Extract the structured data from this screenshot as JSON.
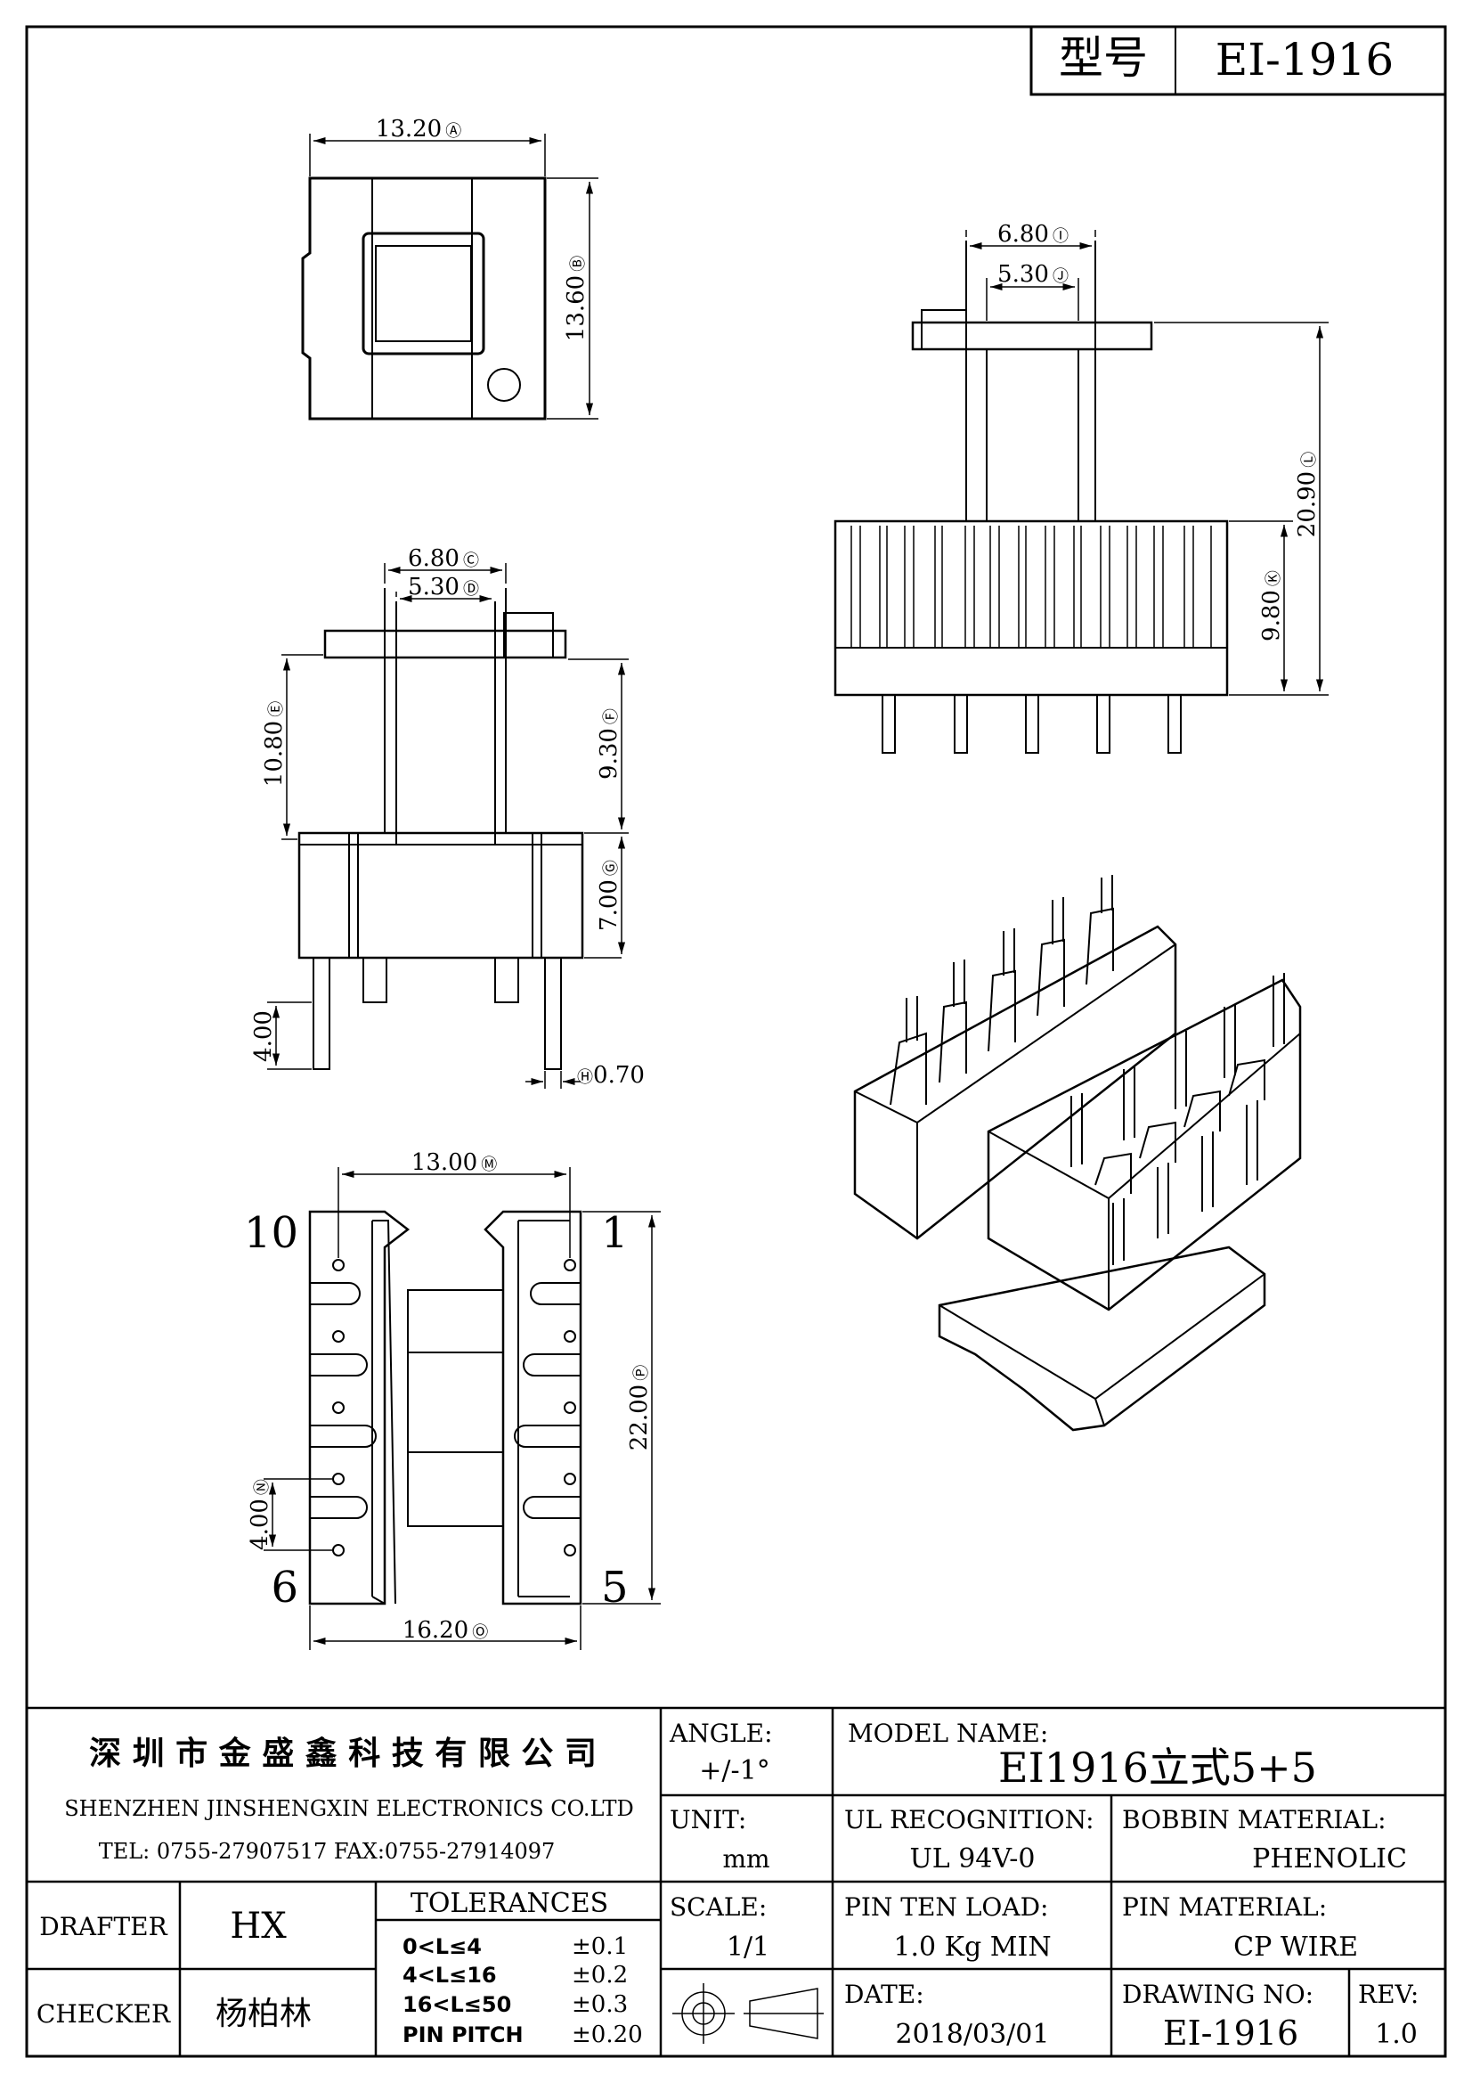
{
  "header": {
    "type_label": "型号",
    "model": "EI-1916"
  },
  "views": {
    "top": {
      "dim_width": {
        "value": "13.20",
        "tag": "A"
      },
      "dim_height": {
        "value": "13.60",
        "tag": "B"
      }
    },
    "front": {
      "dim_outer": {
        "value": "6.80",
        "tag": "C"
      },
      "dim_inner": {
        "value": "5.30",
        "tag": "D"
      },
      "dim_total": {
        "value": "10.80",
        "tag": "E"
      },
      "dim_upper": {
        "value": "9.30",
        "tag": "F"
      },
      "dim_lower": {
        "value": "7.00",
        "tag": "G"
      },
      "dim_pin_dia": {
        "value": "0.70",
        "tag": "H"
      },
      "dim_pin_len": {
        "value": "4.00"
      }
    },
    "side": {
      "dim_outer": {
        "value": "6.80",
        "tag": "I"
      },
      "dim_inner": {
        "value": "5.30",
        "tag": "J"
      },
      "dim_base": {
        "value": "9.80",
        "tag": "K"
      },
      "dim_total": {
        "value": "20.90",
        "tag": "L"
      }
    },
    "bottom": {
      "dim_pin_span": {
        "value": "13.00",
        "tag": "M"
      },
      "dim_pitch": {
        "value": "4.00",
        "tag": "N"
      },
      "dim_width": {
        "value": "16.20",
        "tag": "O"
      },
      "dim_length": {
        "value": "22.00",
        "tag": "P"
      },
      "pin_labels": {
        "tl": "10",
        "tr": "1",
        "bl": "6",
        "br": "5"
      }
    }
  },
  "title_block": {
    "company_cn": "深 圳 市 金 盛 鑫 科 技 有 限 公 司",
    "company_en": "SHENZHEN JINSHENGXIN ELECTRONICS CO.LTD",
    "contact": "TEL: 0755-27907517 FAX:0755-27914097",
    "angle_label": "ANGLE:",
    "angle_value": "+/-1°",
    "model_name_label": "MODEL NAME:",
    "model_name_value": "EI1916立式5+5",
    "unit_label": "UNIT:",
    "unit_value": "mm",
    "ul_label": "UL RECOGNITION:",
    "ul_value": "UL 94V-0",
    "bobbin_label": "BOBBIN MATERIAL:",
    "bobbin_value": "PHENOLIC",
    "drafter_label": "DRAFTER",
    "drafter_value": "HX",
    "checker_label": "CHECKER",
    "checker_value": "杨柏林",
    "tolerances_label": "TOLERANCES",
    "tolerances": [
      {
        "range": "0<L≤4",
        "value": "±0.1"
      },
      {
        "range": "4<L≤16",
        "value": "±0.2"
      },
      {
        "range": "16<L≤50",
        "value": "±0.3"
      },
      {
        "range": "PIN PITCH",
        "value": "±0.20"
      }
    ],
    "scale_label": "SCALE:",
    "scale_value": "1/1",
    "pin_load_label": "PIN TEN LOAD:",
    "pin_load_value": "1.0 Kg MIN",
    "pin_material_label": "PIN MATERIAL:",
    "pin_material_value": "CP WIRE",
    "date_label": "DATE:",
    "date_value": "2018/03/01",
    "drawing_no_label": "DRAWING NO:",
    "drawing_no_value": "EI-1916",
    "rev_label": "REV:",
    "rev_value": "1.0"
  }
}
